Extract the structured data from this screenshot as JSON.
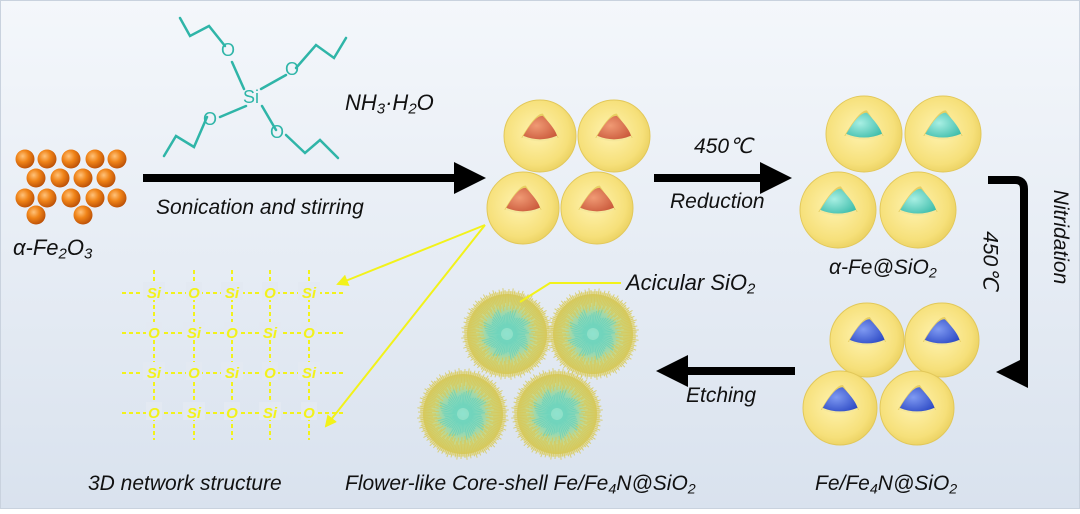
{
  "reagents": {
    "catalyst": "NH3·H2O",
    "tetos_si": "Si",
    "tetos_o": "O"
  },
  "precursor": {
    "label": "α-Fe2O3"
  },
  "steps": {
    "coating": "Sonication and stirring",
    "reduction_temp": "450℃",
    "reduction": "Reduction",
    "nitridation_temp": "450℃",
    "nitridation": "Nitridation",
    "etching": "Etching"
  },
  "products": {
    "reduced": "α-Fe@SiO2",
    "nitrided": "Fe/Fe4N@SiO2",
    "final": "Flower-like Core-shell Fe/Fe4N@SiO2",
    "acicular": "Acicular SiO2"
  },
  "network": {
    "title": "3D network structure",
    "rows": [
      [
        "Si",
        "O",
        "Si",
        "O",
        "Si"
      ],
      [
        "O",
        "Si",
        "O",
        "Si",
        "O"
      ],
      [
        "Si",
        "O",
        "Si",
        "O",
        "Si"
      ],
      [
        "O",
        "Si",
        "O",
        "Si",
        "O"
      ]
    ]
  },
  "colors": {
    "background_top": "#f4f7fb",
    "background_bottom": "#dde5f0",
    "shell": "#f5e27a",
    "core_oxide": "#d9704b",
    "core_iron": "#5fd1c0",
    "core_nitride": "#3d5fd6",
    "particle": "#f08418",
    "network": "#f2f21a",
    "arrow": "#000000",
    "tetos": "#2fb5a8"
  }
}
